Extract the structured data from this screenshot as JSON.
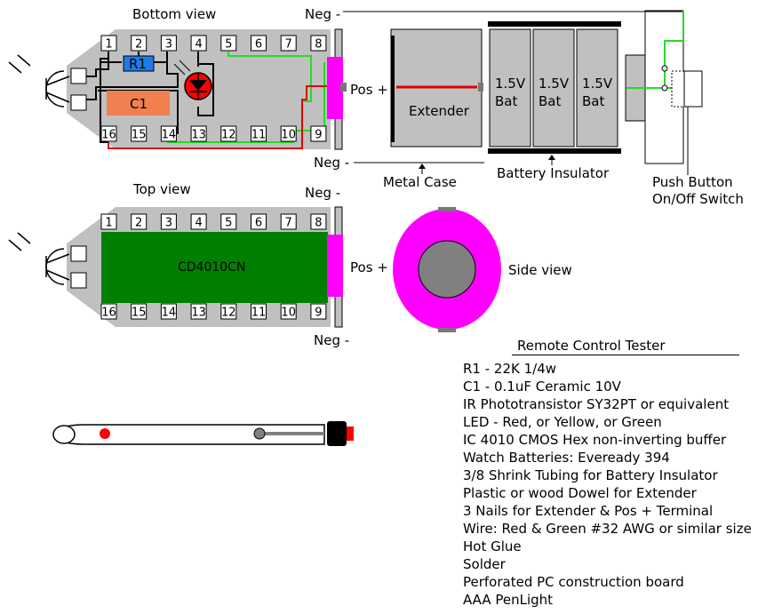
{
  "views": {
    "bottom": "Bottom view",
    "top": "Top view",
    "side": "Side view"
  },
  "terminals": {
    "neg": "Neg -",
    "pos": "Pos +"
  },
  "pins_top": [
    "1",
    "2",
    "3",
    "4",
    "5",
    "6",
    "7",
    "8"
  ],
  "pins_bottom": [
    "16",
    "15",
    "14",
    "13",
    "12",
    "11",
    "10",
    "9"
  ],
  "components": {
    "r1": "R1",
    "c1": "C1",
    "ic": "CD4010CN",
    "extender": "Extender",
    "battery": [
      "1.5V",
      "Bat"
    ]
  },
  "callouts": {
    "metal_case": "Metal Case",
    "battery_insulator": "Battery Insulator",
    "push_button": "Push Button",
    "switch": "On/Off Switch"
  },
  "parts": {
    "title": "Remote Control Tester",
    "items": [
      "R1 - 22K 1/4w",
      "C1 - 0.1uF Ceramic 10V",
      "IR Phototransistor SY32PT or equivalent",
      "LED - Red, or Yellow, or Green",
      "IC 4010 CMOS Hex non-inverting buffer",
      "Watch Batteries: Eveready 394",
      "3/8 Shrink Tubing for Battery Insulator",
      "Plastic or wood Dowel for Extender",
      "3 Nails for Extender & Pos + Terminal",
      "Wire: Red & Green #32 AWG or similar size",
      "Hot Glue",
      "Solder",
      "Perforated PC construction board",
      "AAA PenLight"
    ]
  },
  "colors": {
    "board": "#c0c0c0",
    "ic_green": "#008000",
    "magenta": "#ff00ff",
    "red_wire": "#e00000",
    "green_wire": "#22dd22",
    "resistor_blue": "#1e7be6",
    "capacitor_orange": "#f08050",
    "led_red": "#ff0000"
  }
}
